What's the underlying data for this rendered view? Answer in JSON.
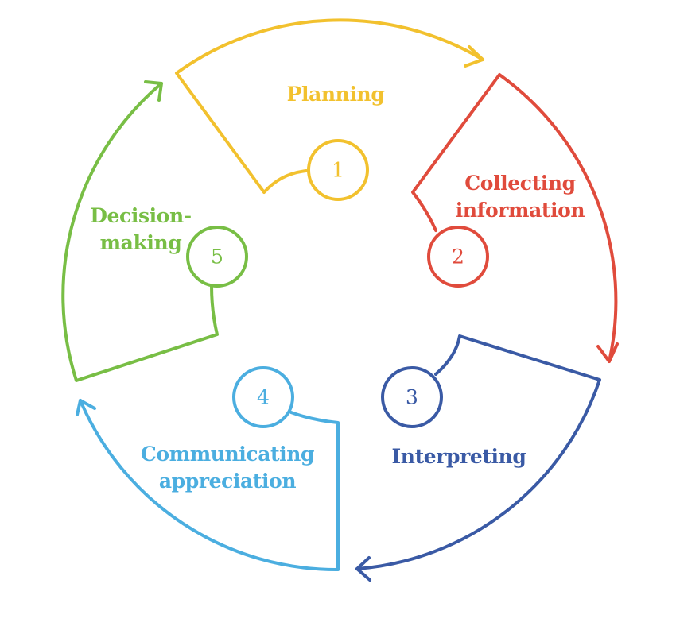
{
  "stages": [
    {
      "number": "1",
      "label_lines": [
        "Planning"
      ],
      "color": "#F2C12E"
    },
    {
      "number": "2",
      "label_lines": [
        "Collecting",
        "information"
      ],
      "color": "#E04B3C"
    },
    {
      "number": "3",
      "label_lines": [
        "Interpreting"
      ],
      "color": "#3A5AA5"
    },
    {
      "number": "4",
      "label_lines": [
        "Communicating",
        "appreciation"
      ],
      "color": "#4BAEE0"
    },
    {
      "number": "5",
      "label_lines": [
        "Decision-",
        "making"
      ],
      "color": "#78BE45"
    }
  ]
}
